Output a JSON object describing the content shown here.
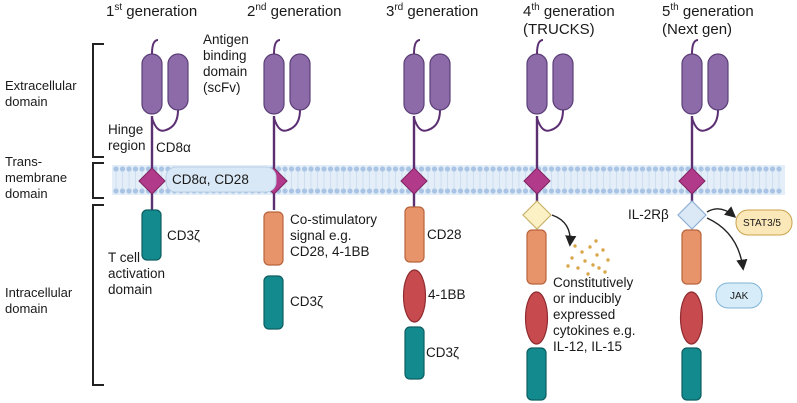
{
  "generations": [
    {
      "num": "1",
      "sup": "st",
      "rest": " generation",
      "line2": ""
    },
    {
      "num": "2",
      "sup": "nd",
      "rest": " generation",
      "line2": ""
    },
    {
      "num": "3",
      "sup": "rd",
      "rest": " generation",
      "line2": ""
    },
    {
      "num": "4",
      "sup": "th",
      "rest": " generation",
      "line2": "(TRUCKS)"
    },
    {
      "num": "5",
      "sup": "th",
      "rest": " generation",
      "line2": "(Next gen)"
    }
  ],
  "domains": {
    "extracellular": [
      "Extracellular",
      "domain"
    ],
    "transmembrane": [
      "Trans-",
      "membrane",
      "domain"
    ],
    "intracellular": [
      "Intracellular",
      "domain"
    ]
  },
  "labels": {
    "antigen": [
      "Antigen",
      "binding",
      "domain",
      "(scFv)"
    ],
    "hinge": [
      "Hinge",
      "region"
    ],
    "cd8a": "CD8α",
    "tm_box": "CD8α, CD28",
    "cd3z": "CD3ζ",
    "tcell": [
      "T cell",
      "activation",
      "domain"
    ],
    "costim": [
      "Co-stimulatory",
      "signal e.g.",
      "CD28, 4-1BB"
    ],
    "cd28": "CD28",
    "bb41": "4-1BB",
    "cytokines": [
      "Constitutively",
      "or inducibly",
      "expressed",
      "cytokines e.g.",
      "IL-12, IL-15"
    ],
    "il2rb": "IL-2Rβ",
    "stat": "STAT3/5",
    "jak": "JAK"
  },
  "colors": {
    "scfv": "#8d6aa8",
    "scfv_stroke": "#5b3f78",
    "stalk": "#5c2f73",
    "tm_diamond": "#b23a8a",
    "cd3z": "#138a8e",
    "cd28": "#e8946a",
    "bb41": "#c74a4f",
    "membrane_bead": "#a9c4e4",
    "membrane_band": "#e4eef8",
    "jak_fill": "#d6ecf8",
    "stat_fill": "#fbe8b8",
    "cytokine_dot": "#d9a64a"
  }
}
